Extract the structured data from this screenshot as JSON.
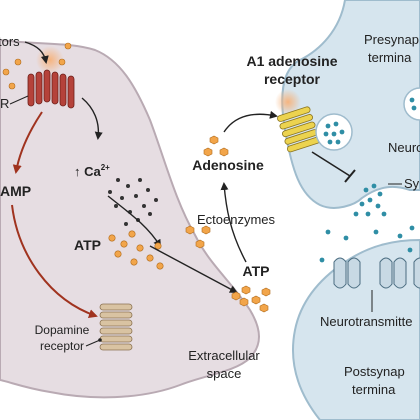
{
  "labels": {
    "receptors_top": "tors",
    "receptor_r": "R",
    "camp": "AMP",
    "calcium": "↑ Ca",
    "calcium_sup": "2+",
    "atp_left": "ATP",
    "dopamine_receptor_1": "Dopamine",
    "dopamine_receptor_2": "receptor",
    "a1_receptor_1": "A1 adenosine",
    "a1_receptor_2": "receptor",
    "adenosine": "Adenosine",
    "ectoenzymes": "Ectoenzymes",
    "atp_right": "ATP",
    "extracellular_1": "Extracellular",
    "extracellular_2": "space",
    "presynaptic_1": "Presynap",
    "presynaptic_2": "termina",
    "neuro_vesicle": "Neuro",
    "synapse_short": "Sy",
    "neurotransmitter": "Neurotransmitte",
    "postsynaptic_1": "Postsynap",
    "postsynaptic_2": "termina"
  },
  "colors": {
    "astrocyte": "#e6dde2",
    "astrocyte_edge": "#b9aab3",
    "neuron": "#d6e5ee",
    "neuron_edge": "#9fbccd",
    "receptor_red": "#b5423a",
    "receptor_tan": "#d9c3a2",
    "receptor_yellow": "#ecd34f",
    "arrow_red": "#a0331f",
    "atp_orange": "#f2a54a",
    "vesicle_teal": "#2f8ea5"
  }
}
